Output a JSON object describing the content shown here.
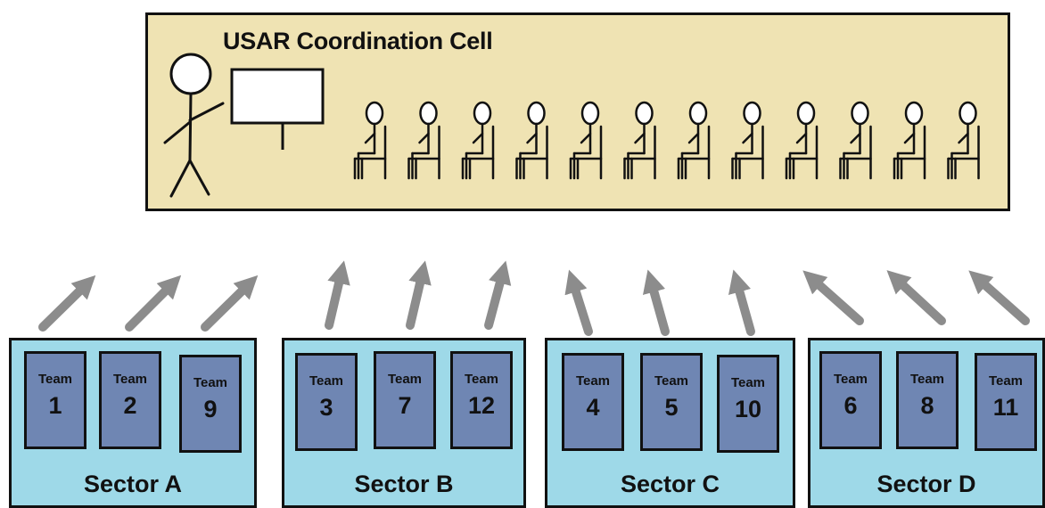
{
  "cell": {
    "title": "USAR Coordination Cell"
  },
  "sectors": [
    {
      "label": "Sector A",
      "teams": [
        {
          "word": "Team",
          "number": "1"
        },
        {
          "word": "Team",
          "number": "2"
        },
        {
          "word": "Team",
          "number": "9"
        }
      ]
    },
    {
      "label": "Sector B",
      "teams": [
        {
          "word": "Team",
          "number": "3"
        },
        {
          "word": "Team",
          "number": "7"
        },
        {
          "word": "Team",
          "number": "12"
        }
      ]
    },
    {
      "label": "Sector C",
      "teams": [
        {
          "word": "Team",
          "number": "4"
        },
        {
          "word": "Team",
          "number": "5"
        },
        {
          "word": "Team",
          "number": "10"
        }
      ]
    },
    {
      "label": "Sector D",
      "teams": [
        {
          "word": "Team",
          "number": "6"
        },
        {
          "word": "Team",
          "number": "8"
        },
        {
          "word": "Team",
          "number": "11"
        }
      ]
    }
  ],
  "colors": {
    "cell_fill": "#efe3b3",
    "sector_fill": "#9ed9e8",
    "team_fill": "#6f86b3",
    "arrow": "#8c8c8c",
    "outline": "#111111"
  }
}
